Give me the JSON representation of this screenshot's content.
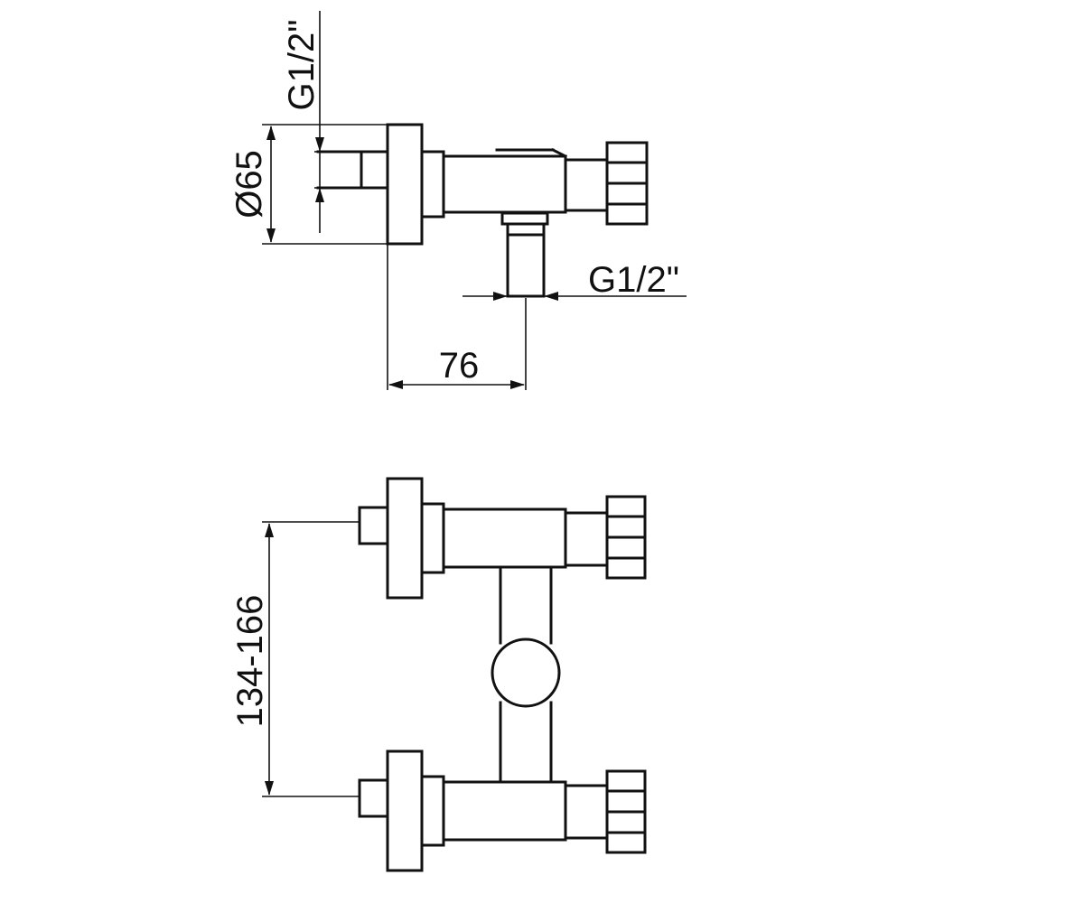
{
  "side_view": {
    "dimensions": {
      "top_thread": "G1/2\"",
      "diameter": "Ø65",
      "outlet_thread": "G1/2\"",
      "depth": "76"
    }
  },
  "front_view": {
    "dimensions": {
      "center_distance": "134-166"
    }
  },
  "colors": {
    "line": "#111111",
    "background": "#ffffff"
  }
}
